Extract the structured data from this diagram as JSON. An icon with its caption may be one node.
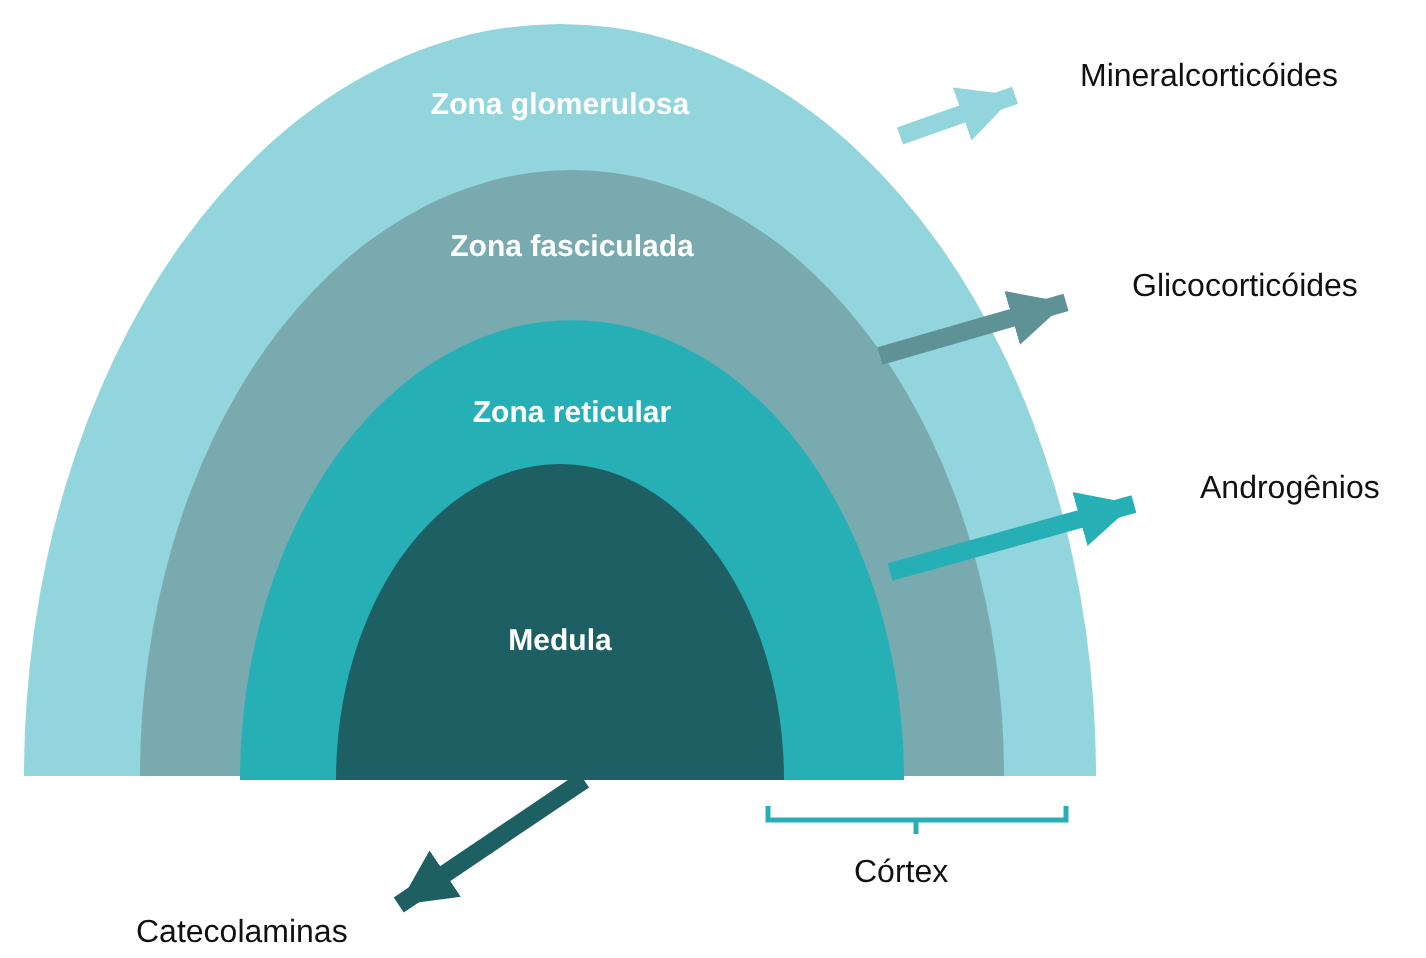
{
  "diagram": {
    "nodes": [
      {
        "text": [
          "Zona glomerulosa"
        ]
      },
      {
        "text": [
          "Zona fasciculada"
        ],
        "in": 0
      },
      {
        "text": [
          "Zona reticular"
        ],
        "in": 1
      },
      {
        "text": [
          "Medula"
        ],
        "in": 2
      },
      {
        "text": [
          "Mineralcorticóides"
        ]
      },
      {
        "text": [
          "Glicocorticóides"
        ]
      },
      {
        "text": [
          "Androgênios"
        ]
      },
      {
        "text": [
          "Catecolaminas"
        ]
      }
    ],
    "edges": [
      {
        "from": 0,
        "to": 4,
        "arrow": "to",
        "color": "#92d5dc"
      },
      {
        "from": 1,
        "to": 5,
        "arrow": "to",
        "color": "#5f9297"
      },
      {
        "from": 2,
        "to": 6,
        "arrow": "to",
        "color": "#26b0b5"
      },
      {
        "from": 3,
        "to": 7,
        "arrow": "to",
        "color": "#1e5f63"
      }
    ],
    "labels": [
      "Córtex"
    ]
  }
}
